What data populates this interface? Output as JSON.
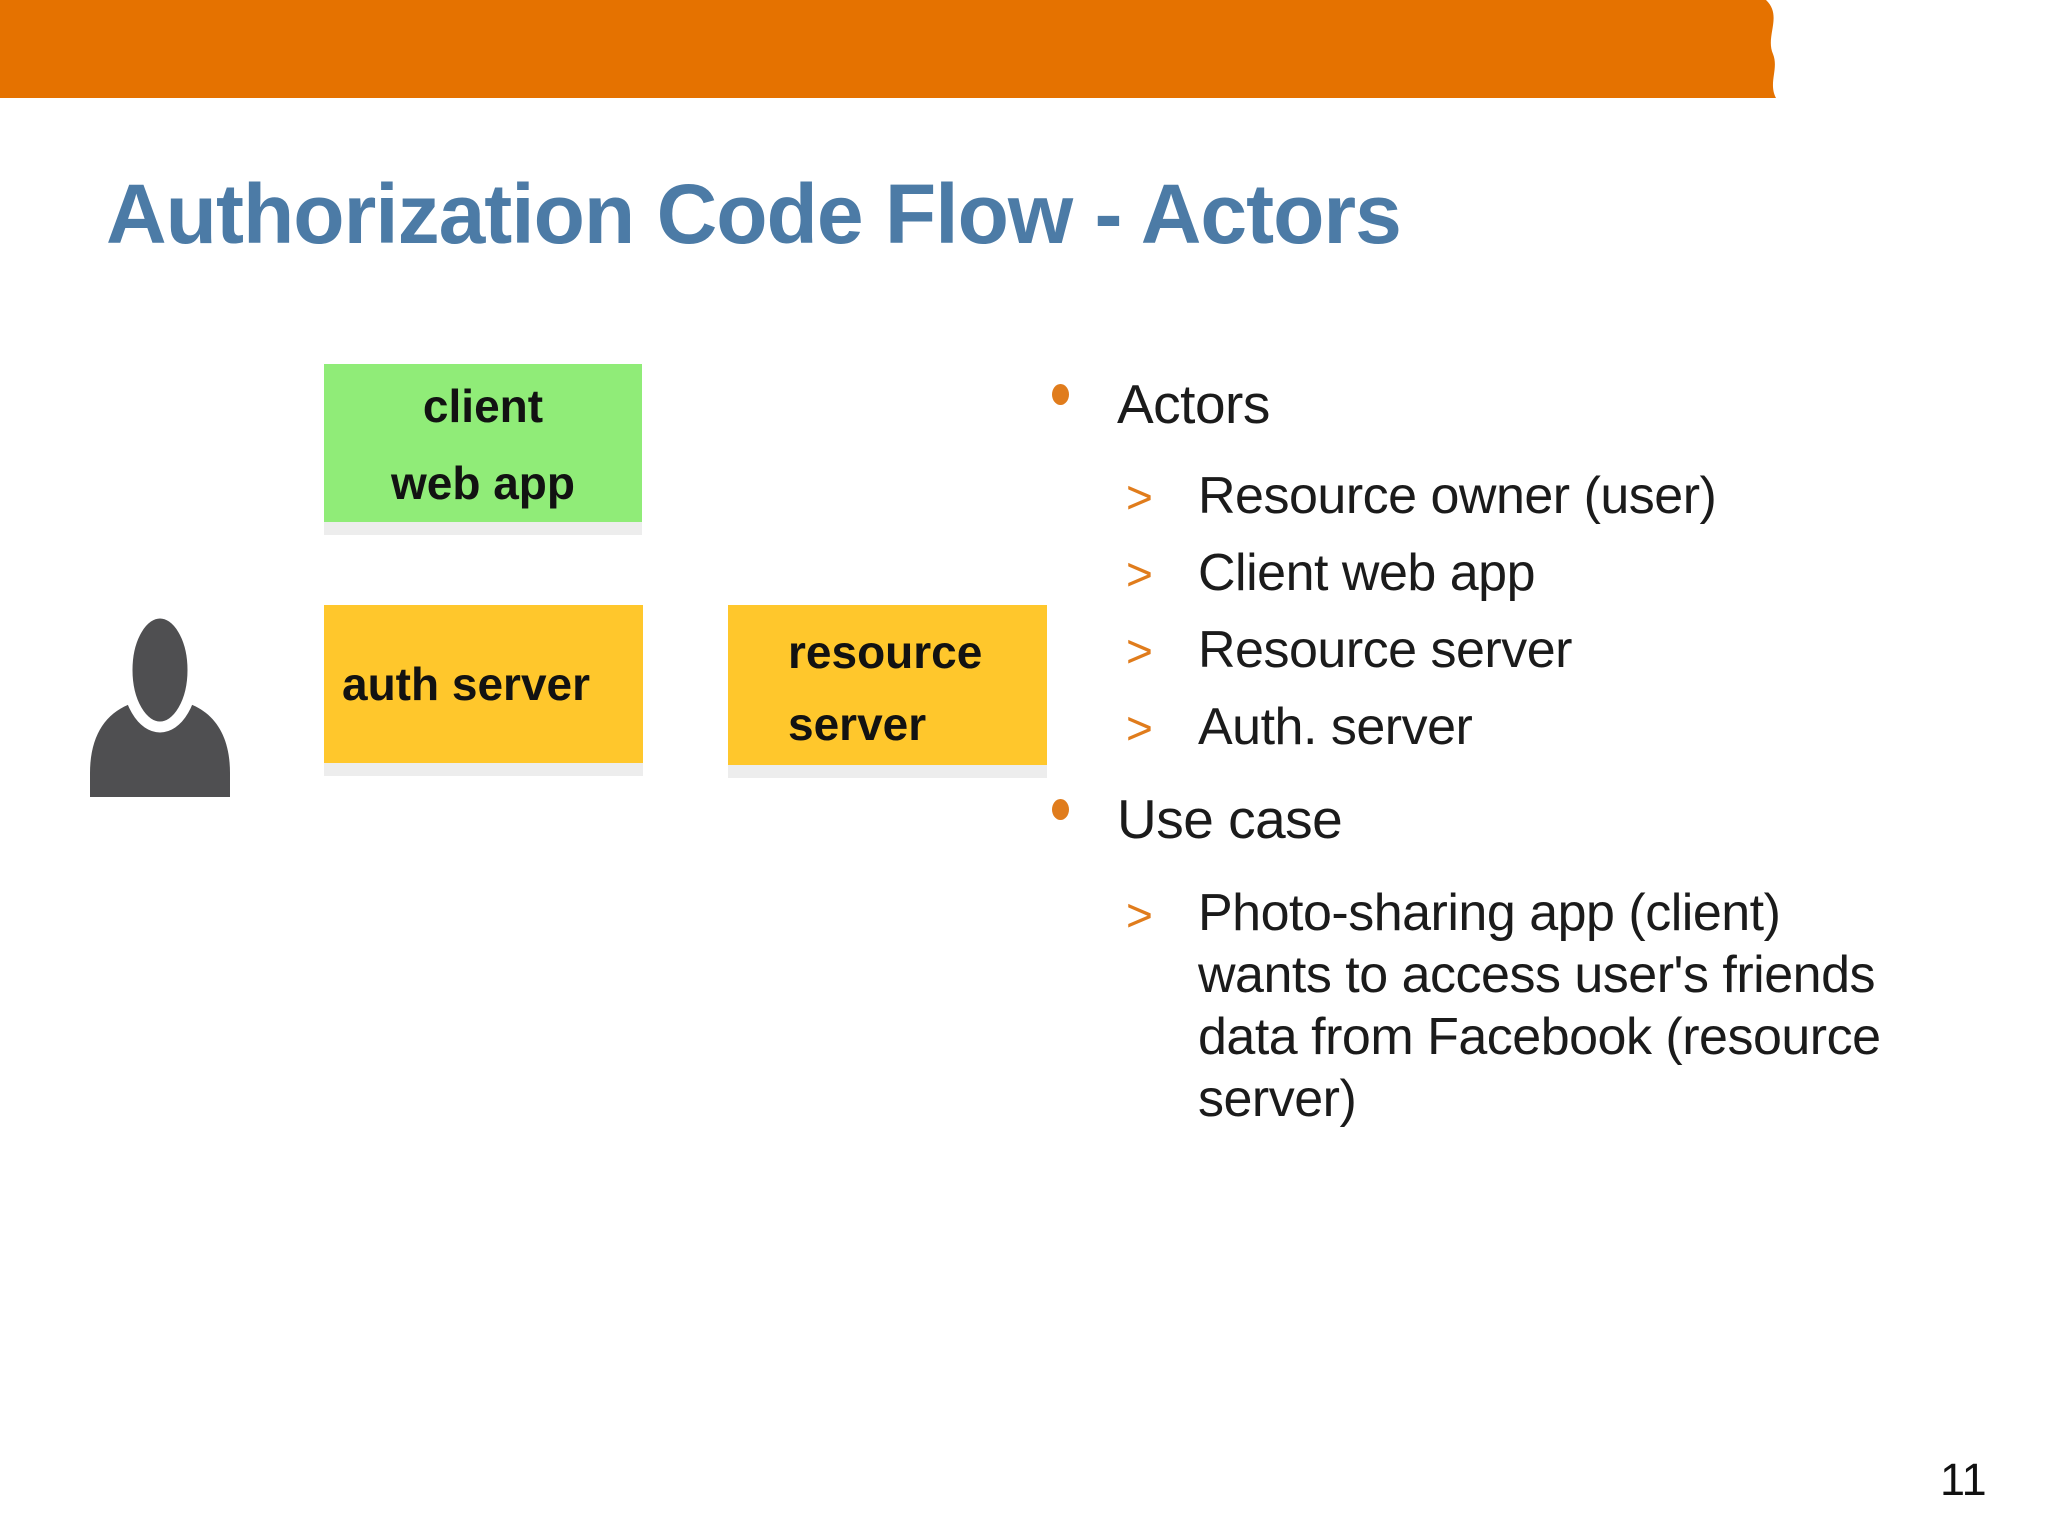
{
  "slide": {
    "title": "Authorization Code Flow - Actors",
    "page_number": "11"
  },
  "diagram": {
    "client_box": {
      "line1": "client",
      "line2": "web app"
    },
    "auth_box": {
      "label": "auth server"
    },
    "resource_box": {
      "line1": "resource",
      "line2": "server"
    },
    "user_icon": "person-silhouette"
  },
  "list": {
    "sub_marker": ">",
    "actors_heading": "Actors",
    "actors_items": [
      "Resource owner (user)",
      "Client web app",
      "Resource server",
      "Auth. server"
    ],
    "use_case_heading": "Use case",
    "use_case_lines": [
      "Photo-sharing app (client)",
      "wants to access user's friends",
      "data from Facebook (resource",
      "server)"
    ]
  },
  "colors": {
    "header_orange": "#E57200",
    "accent_orange": "#E07C1C",
    "title_blue": "#4C7BA6",
    "box_green": "#90EC78",
    "box_yellow": "#FFC72C",
    "icon_gray": "#4F4F51"
  }
}
